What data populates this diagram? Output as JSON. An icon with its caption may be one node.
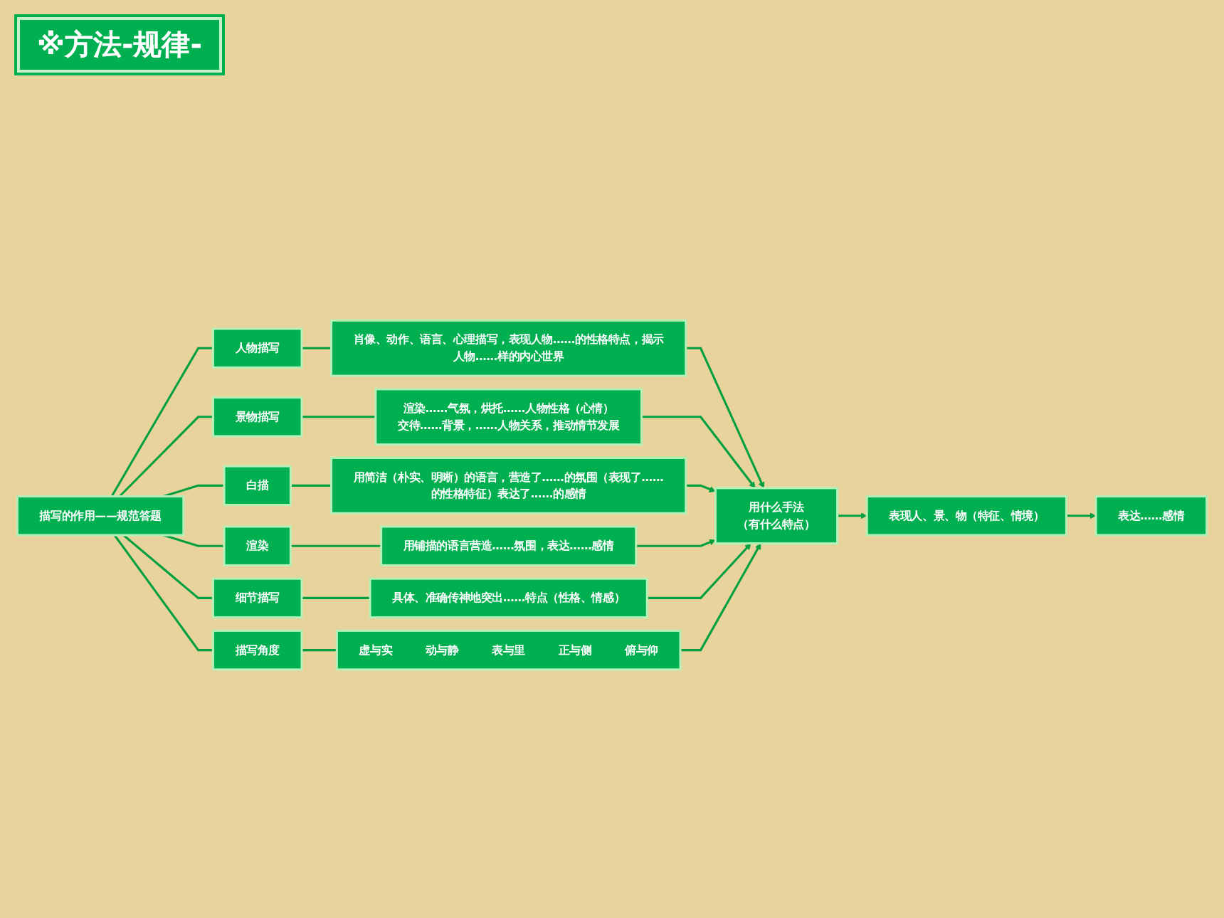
{
  "diagram": {
    "title": "※方法-规律-",
    "nodes": [
      {
        "text": [
          "描写的作用——规范答题"
        ]
      },
      {
        "text": [
          "人物描写"
        ]
      },
      {
        "text": [
          "肖像、动作、语言、心理描写，表现人物……的性格特点，揭示人物……样的内心世界"
        ]
      },
      {
        "text": [
          "景物描写"
        ]
      },
      {
        "text": [
          "渲染……气氛，烘托……人物性格（心情）",
          "交待……背景，……人物关系，推动情节发展"
        ]
      },
      {
        "text": [
          "白描"
        ]
      },
      {
        "text": [
          "用简洁（朴实、明晰）的语言，营造了……的氛围（表现了……的性格特征）表达了……的感情"
        ]
      },
      {
        "text": [
          "渲染"
        ]
      },
      {
        "text": [
          "用铺描的语言营造……氛围，表达……感情"
        ]
      },
      {
        "text": [
          "细节描写"
        ]
      },
      {
        "text": [
          "具体、准确传神地突出……特点（性格、情感）"
        ]
      },
      {
        "text": [
          "描写角度"
        ]
      },
      {
        "text": [
          "虚与实",
          "动与静",
          "表与里",
          "正与侧",
          "俯与仰"
        ]
      },
      {
        "text": [
          "用什么手法",
          "（有什么特点）"
        ]
      },
      {
        "text": [
          "表现人、景、物（特征、情境）"
        ]
      },
      {
        "text": [
          "表达……感情"
        ]
      }
    ],
    "edges": [
      {
        "from": 0,
        "to": 1,
        "arrow": "none"
      },
      {
        "from": 0,
        "to": 3,
        "arrow": "none"
      },
      {
        "from": 0,
        "to": 5,
        "arrow": "none"
      },
      {
        "from": 0,
        "to": 7,
        "arrow": "none"
      },
      {
        "from": 0,
        "to": 9,
        "arrow": "none"
      },
      {
        "from": 0,
        "to": 11,
        "arrow": "none"
      },
      {
        "from": 1,
        "to": 2,
        "arrow": "none"
      },
      {
        "from": 3,
        "to": 4,
        "arrow": "none"
      },
      {
        "from": 5,
        "to": 6,
        "arrow": "none"
      },
      {
        "from": 7,
        "to": 8,
        "arrow": "none"
      },
      {
        "from": 9,
        "to": 10,
        "arrow": "none"
      },
      {
        "from": 11,
        "to": 12,
        "arrow": "none"
      },
      {
        "from": 2,
        "to": 13,
        "arrow": "to"
      },
      {
        "from": 4,
        "to": 13,
        "arrow": "to"
      },
      {
        "from": 6,
        "to": 13,
        "arrow": "to"
      },
      {
        "from": 8,
        "to": 13,
        "arrow": "to"
      },
      {
        "from": 10,
        "to": 13,
        "arrow": "to"
      },
      {
        "from": 12,
        "to": 13,
        "arrow": "to"
      },
      {
        "from": 13,
        "to": 14,
        "arrow": "to"
      },
      {
        "from": 14,
        "to": 15,
        "arrow": "to"
      }
    ]
  }
}
